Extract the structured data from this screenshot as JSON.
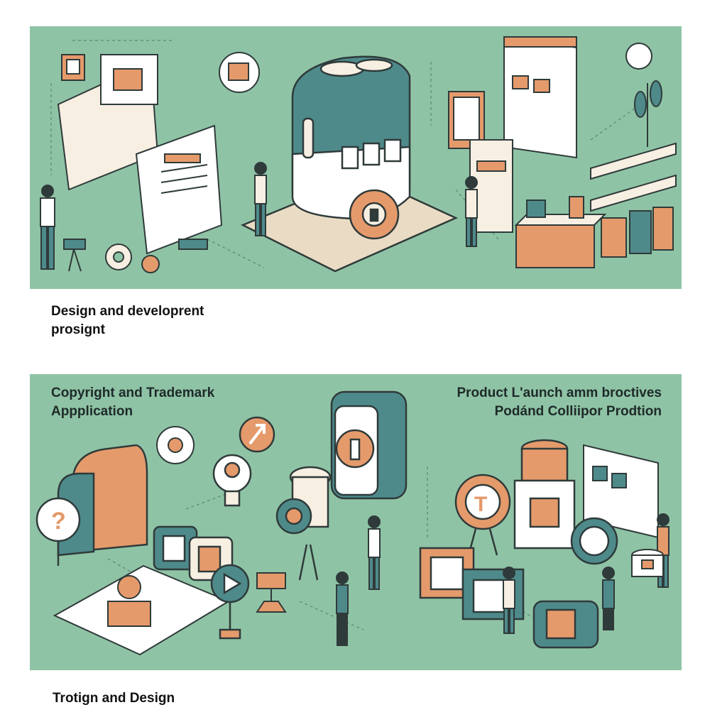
{
  "top_section": {
    "caption_line1": "Design and developrent",
    "caption_line2": "prosignt"
  },
  "bottom_section": {
    "left_title_line1": "Copyright and Trademark",
    "left_title_line2": " Appplication",
    "right_title_line1": "Product L'aunch amm broctives",
    "right_title_line2": "Podánd Colliipor Prodtion",
    "caption": "Trotign and Design"
  },
  "palette": {
    "background": "#8fc3a5",
    "teal": "#4f8a8b",
    "orange": "#e59a6b",
    "cream": "#f7efe2",
    "ink": "#2f3a3a"
  },
  "icons": [
    "document-icon",
    "gear-icon",
    "lock-icon",
    "lightbulb-icon",
    "question-icon",
    "play-icon",
    "arrow-icon",
    "monitor-icon"
  ]
}
